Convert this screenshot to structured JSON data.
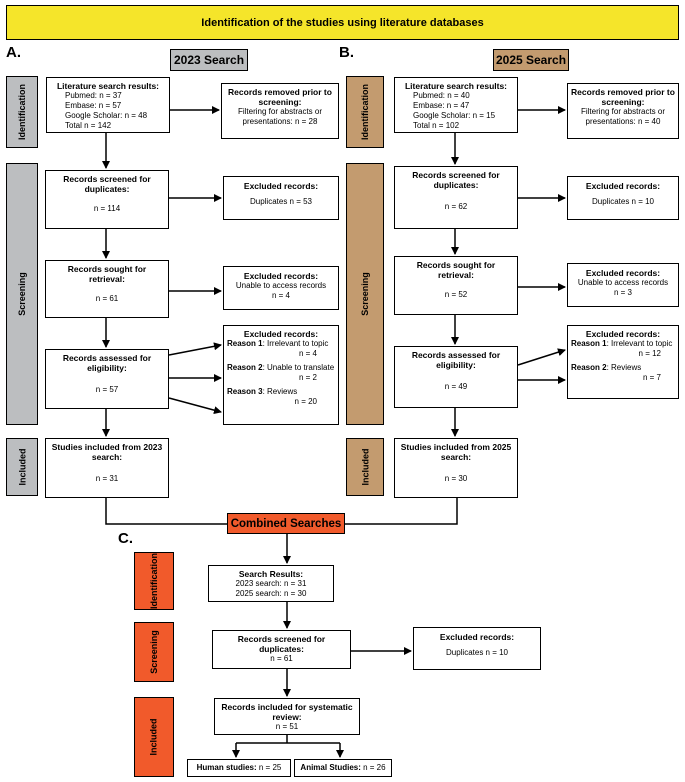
{
  "banner": {
    "title": "Identification of the studies using literature databases",
    "color": "#f5e52a"
  },
  "colors": {
    "gray": "#bcbec0",
    "tan": "#c39b6f",
    "orange": "#f15a2b"
  },
  "stages": {
    "identification": "Identification",
    "screening": "Screening",
    "included": "Included"
  },
  "panelA": {
    "letter": "A.",
    "header": "2023 Search",
    "search": {
      "title": "Literature search results:",
      "lines": [
        "Pubmed: n = 37",
        "Embase: n = 57",
        "Google Scholar: n = 48",
        "Total n = 142"
      ]
    },
    "removed": {
      "title": "Records removed prior to screening:",
      "text": "Filtering for abstracts or presentations:  n = 28"
    },
    "screened": {
      "title": "Records screened for duplicates:",
      "n": "n = 114"
    },
    "excluded1": {
      "title": "Excluded records:",
      "text": "Duplicates n = 53"
    },
    "sought": {
      "title": "Records sought for retrieval:",
      "n": "n = 61"
    },
    "excluded2": {
      "title": "Excluded records:",
      "text": "Unable to access records",
      "n": "n = 4"
    },
    "assessed": {
      "title": "Records assessed for eligibility:",
      "n": "n = 57"
    },
    "excluded3": {
      "title": "Excluded records:",
      "r1_label": "Reason 1",
      "r1_text": ": Irrelevant to topic",
      "r1_n": "n = 4",
      "r2_label": "Reason 2",
      "r2_text": ": Unable to translate",
      "r2_n": "n = 2",
      "r3_label": "Reason 3",
      "r3_text": ": Reviews",
      "r3_n": "n = 20"
    },
    "included": {
      "title": "Studies included from 2023 search:",
      "n": "n = 31"
    }
  },
  "panelB": {
    "letter": "B.",
    "header": "2025 Search",
    "search": {
      "title": "Literature search results:",
      "lines": [
        "Pubmed: n = 40",
        "Embase: n = 47",
        "Google Scholar: n = 15",
        "Total n = 102"
      ]
    },
    "removed": {
      "title": "Records removed prior to screening:",
      "text": "Filtering for abstracts or presentations:  n = 40"
    },
    "screened": {
      "title": "Records screened for duplicates:",
      "n": "n = 62"
    },
    "excluded1": {
      "title": "Excluded records:",
      "text": "Duplicates n = 10"
    },
    "sought": {
      "title": "Records sought for retrieval:",
      "n": "n = 52"
    },
    "excluded2": {
      "title": "Excluded records:",
      "text": "Unable to access records",
      "n": "n = 3"
    },
    "assessed": {
      "title": "Records assessed for eligibility:",
      "n": "n = 49"
    },
    "excluded3": {
      "title": "Excluded records:",
      "r1_label": "Reason 1",
      "r1_text": ": Irrelevant to topic",
      "r1_n": "n = 12",
      "r2_label": "Reason 2",
      "r2_text": ": Reviews",
      "r2_n": "n = 7"
    },
    "included": {
      "title": "Studies included from 2025 search:",
      "n": "n = 30"
    }
  },
  "combined": {
    "label": "Combined Searches"
  },
  "panelC": {
    "letter": "C.",
    "search": {
      "title": "Search Results:",
      "line1": "2023 search: n = 31",
      "line2": "2025 search: n = 30"
    },
    "screened": {
      "title": "Records screened for duplicates:",
      "n": "n = 61"
    },
    "excluded": {
      "title": "Excluded records:",
      "text": "Duplicates n = 10"
    },
    "included": {
      "title": "Records included for systematic review:",
      "n": "n = 51"
    },
    "human": {
      "label": "Human studies:",
      "n": " n = 25"
    },
    "animal": {
      "label": "Animal Studies:",
      "n": " n = 26"
    }
  }
}
